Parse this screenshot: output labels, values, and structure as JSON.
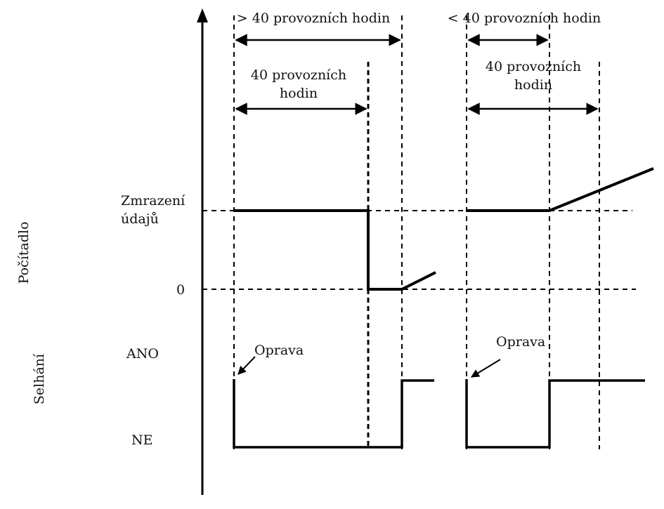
{
  "left_labels": {
    "counter_axis": "Počítadlo",
    "failure_axis": "Selhání",
    "freeze_line1": "Zmrazení",
    "freeze_line2": "údajů",
    "zero": "0",
    "yes": "ANO",
    "no": "NE"
  },
  "left_case": {
    "top_span": "> 40  provozních  hodin",
    "inner_span_line1": "40  provozních",
    "inner_span_line2": "hodin",
    "repair": "Oprava"
  },
  "right_case": {
    "top_span": "< 40  provozních  hodin",
    "inner_span_line1": "40  provozních",
    "inner_span_line2": "hodin",
    "repair": "Oprava"
  }
}
